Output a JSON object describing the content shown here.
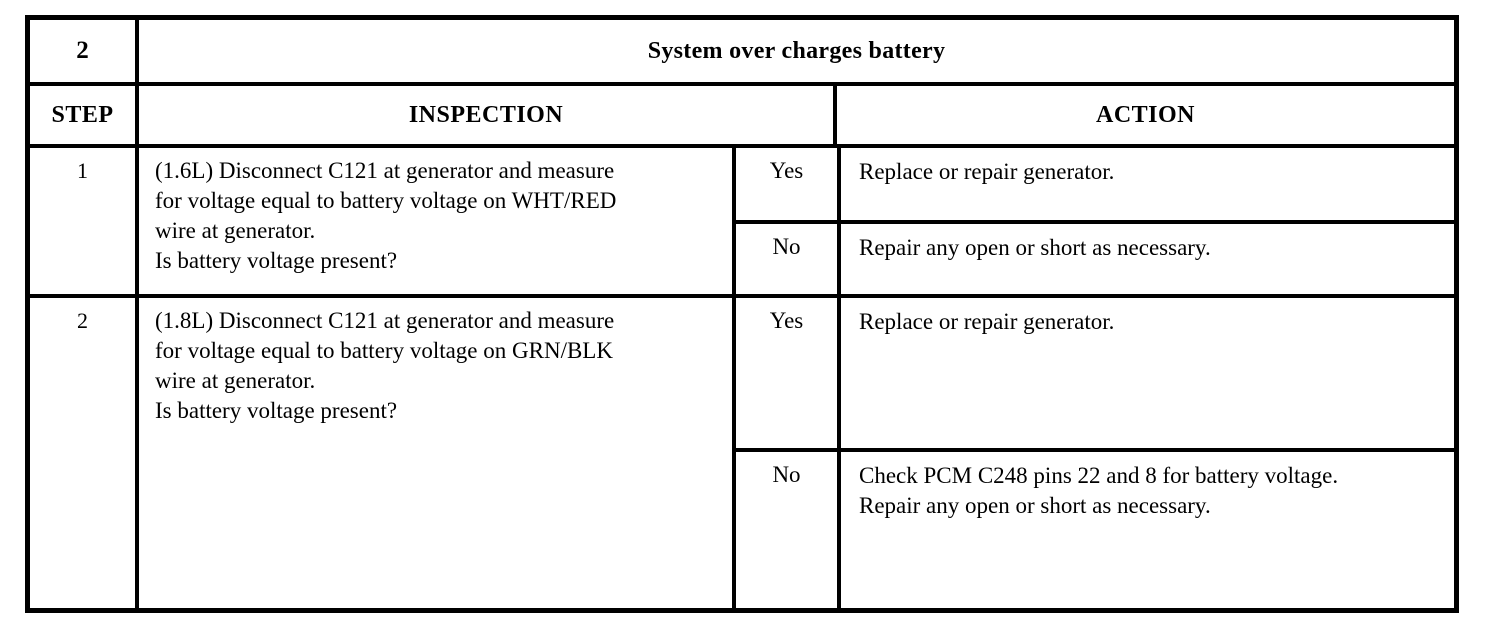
{
  "table": {
    "item_number": "2",
    "title": "System over charges battery",
    "headers": {
      "step": "STEP",
      "inspection": "INSPECTION",
      "action": "ACTION"
    },
    "rows": [
      {
        "step": "1",
        "inspection_lines": [
          "(1.6L) Disconnect C121 at generator and measure",
          "for voltage equal to battery voltage on WHT/RED",
          "wire at generator.",
          "Is battery voltage present?"
        ],
        "branches": [
          {
            "answer": "Yes",
            "action_lines": [
              "Replace or repair generator."
            ]
          },
          {
            "answer": "No",
            "action_lines": [
              "Repair any open or short as necessary."
            ]
          }
        ]
      },
      {
        "step": "2",
        "inspection_lines": [
          "(1.8L) Disconnect C121 at generator and measure",
          "for voltage equal to battery voltage on GRN/BLK",
          "wire at generator.",
          "Is battery voltage present?"
        ],
        "branches": [
          {
            "answer": "Yes",
            "action_lines": [
              "Replace or repair generator."
            ]
          },
          {
            "answer": "No",
            "action_lines": [
              "Check PCM C248 pins 22 and 8 for battery voltage.",
              "Repair any open or short as necessary."
            ]
          }
        ]
      }
    ]
  }
}
